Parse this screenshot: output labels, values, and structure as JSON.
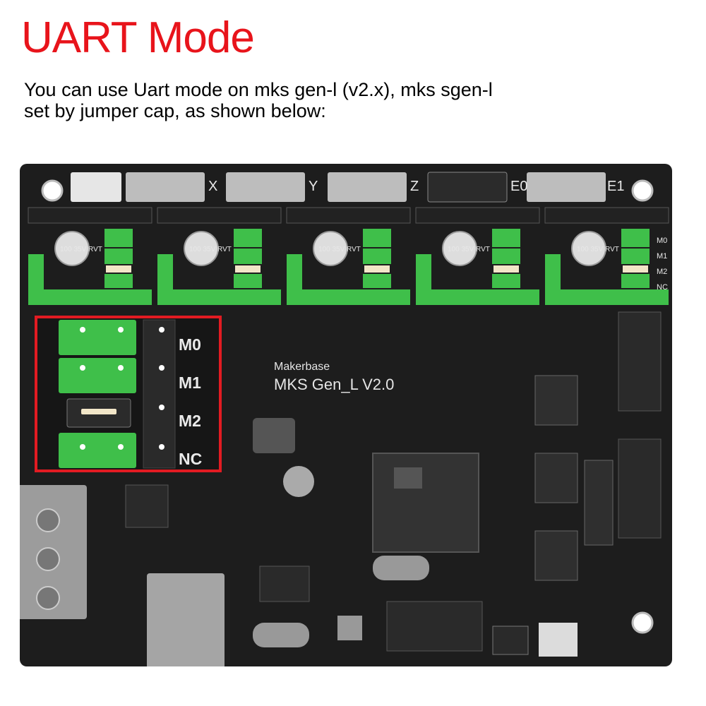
{
  "header": {
    "title": "UART Mode",
    "subtitle_line1": "You can use Uart mode on mks gen-l (v2.x), mks sgen-l",
    "subtitle_line2": "set by jumper cap, as shown below:"
  },
  "board": {
    "axis_labels": [
      "X",
      "Y",
      "Z",
      "E0",
      "E1"
    ],
    "brand": "Makerbase",
    "model": "MKS  Gen_L V2.0",
    "capacitor_text": "100 35V RVT",
    "side_labels": [
      "M0",
      "M1",
      "M2",
      "NC"
    ]
  },
  "zoom": {
    "labels": [
      "M0",
      "M1",
      "M2",
      "NC"
    ]
  },
  "colors": {
    "title": "#e8141b",
    "highlight_border": "#e21b22",
    "jumper_green": "#3fbf4a",
    "pcb": "#1d1d1d"
  }
}
